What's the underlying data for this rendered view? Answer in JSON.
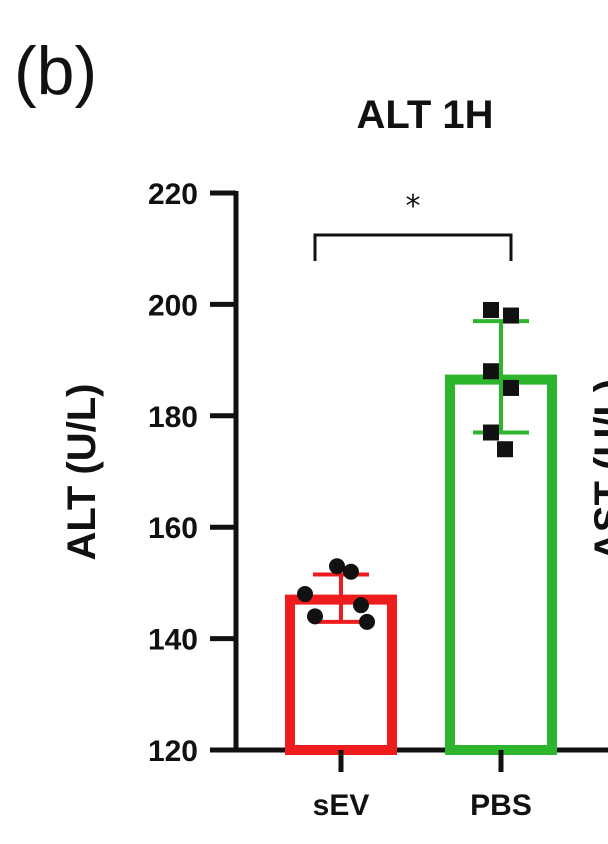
{
  "panel_label": "(b)",
  "neighbor_axis_label_fragment": "AST (U/L)",
  "colors": {
    "sEV": "#ee1c1c",
    "PBS": "#2db52d",
    "axis": "#111111",
    "points": "#111111"
  },
  "chart_data": {
    "type": "bar",
    "title": "ALT 1H",
    "xlabel": "",
    "ylabel": "ALT (U/L)",
    "ylim": [
      120,
      220
    ],
    "yticks": [
      120,
      140,
      160,
      180,
      200,
      220
    ],
    "categories": [
      "sEV",
      "PBS"
    ],
    "values": [
      147,
      186.5
    ],
    "error_bars": [
      {
        "low": 143,
        "high": 151.5
      },
      {
        "low": 177,
        "high": 197
      }
    ],
    "points": [
      [
        153,
        152,
        148,
        146,
        144,
        143
      ],
      [
        199,
        198,
        188,
        185,
        177,
        174
      ]
    ],
    "markers": [
      "circle",
      "square"
    ],
    "significance": {
      "label": "*",
      "between": [
        "sEV",
        "PBS"
      ],
      "y": 214
    },
    "grid": false,
    "legend": "none"
  }
}
